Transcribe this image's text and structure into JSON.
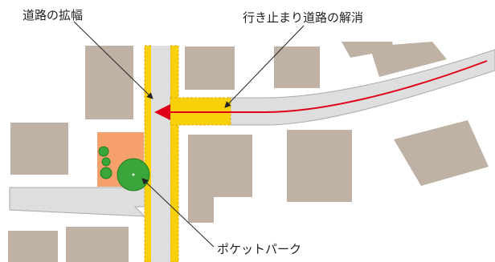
{
  "labels": {
    "road_widening": "道路の拡幅",
    "dead_end_resolution": "行き止まり道路の解消",
    "pocket_park": "ポケットパーク"
  },
  "colors": {
    "building": "#bfb2a4",
    "road": "#dedede",
    "road_edge": "#a9a9a9",
    "widening": "#f8d10a",
    "widening_edge": "#e0a800",
    "arrow": "#e0001a",
    "park_ground": "#f6a06c",
    "tree": "#3aa53a",
    "leader": "#222222"
  }
}
